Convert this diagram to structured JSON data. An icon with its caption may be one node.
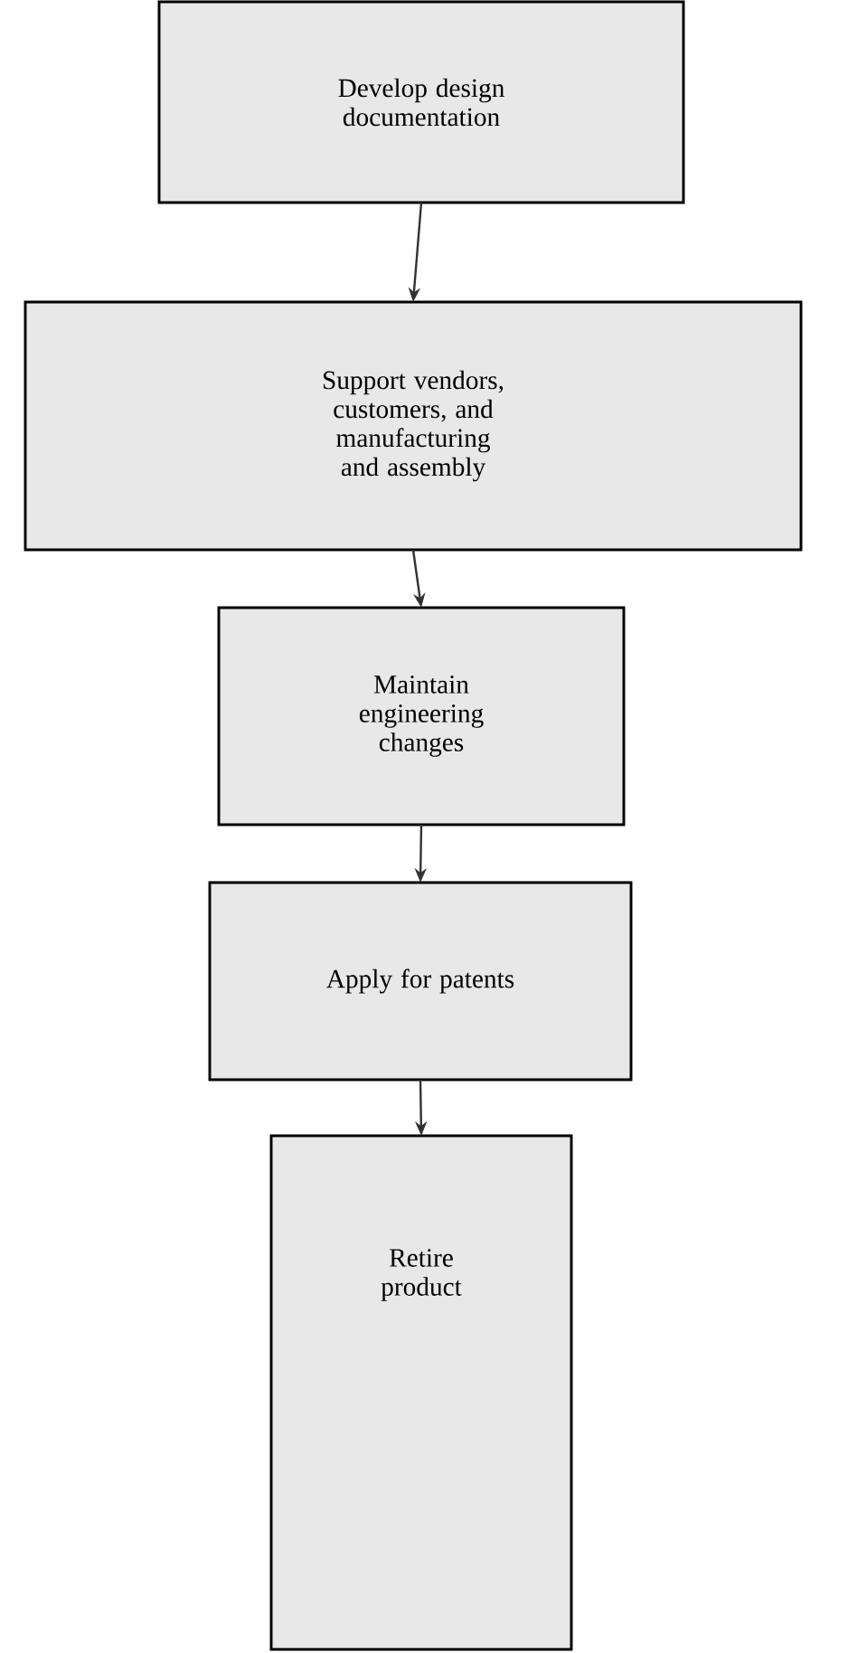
{
  "diagram": {
    "nodes": [
      {
        "text": [
          "Develop design documentation"
        ]
      },
      {
        "text": [
          "Support vendors, customers, and manufacturing and assembly"
        ]
      },
      {
        "text": [
          "Maintain engineering changes"
        ]
      },
      {
        "text": [
          "Apply for patents"
        ]
      },
      {
        "text": [
          "Retire product"
        ]
      }
    ],
    "edges": [
      {
        "from": 0,
        "to": 1,
        "arrow": "to"
      },
      {
        "from": 1,
        "to": 2,
        "arrow": "to"
      },
      {
        "from": 2,
        "to": 3,
        "arrow": "to"
      },
      {
        "from": 3,
        "to": 4,
        "arrow": "to"
      }
    ]
  }
}
